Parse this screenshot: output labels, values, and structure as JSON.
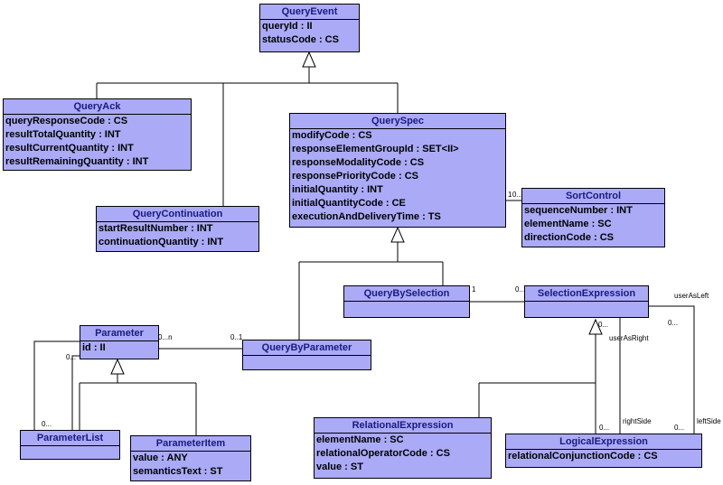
{
  "colors": {
    "class_fill": "#aaaaf6",
    "class_name_text": "#1a1a80",
    "line": "#000000"
  },
  "classes": {
    "query_event": {
      "name": "QueryEvent",
      "attributes": [
        "queryId : II",
        "statusCode : CS"
      ]
    },
    "query_ack": {
      "name": "QueryAck",
      "attributes": [
        "queryResponseCode : CS",
        "resultTotalQuantity : INT",
        "resultCurrentQuantity : INT",
        "resultRemainingQuantity : INT"
      ]
    },
    "query_spec": {
      "name": "QuerySpec",
      "attributes": [
        "modifyCode : CS",
        "responseElementGroupId : SET<II>",
        "responseModalityCode : CS",
        "responsePriorityCode : CS",
        "initialQuantity : INT",
        "initialQuantityCode : CE",
        "executionAndDeliveryTime : TS"
      ]
    },
    "query_continuation": {
      "name": "QueryContinuation",
      "attributes": [
        "startResultNumber : INT",
        "continuationQuantity : INT"
      ]
    },
    "sort_control": {
      "name": "SortControl",
      "attributes": [
        "sequenceNumber : INT",
        "elementName : SC",
        "directionCode : CS"
      ]
    },
    "query_by_selection": {
      "name": "QueryBySelection",
      "attributes": []
    },
    "selection_expression": {
      "name": "SelectionExpression",
      "attributes": []
    },
    "parameter": {
      "name": "Parameter",
      "attributes": [
        "id : II"
      ]
    },
    "query_by_parameter": {
      "name": "QueryByParameter",
      "attributes": []
    },
    "parameter_list": {
      "name": "ParameterList",
      "attributes": []
    },
    "parameter_item": {
      "name": "ParameterItem",
      "attributes": [
        "value : ANY",
        "semanticsText : ST"
      ]
    },
    "relational_expression": {
      "name": "RelationalExpression",
      "attributes": [
        "elementName : SC",
        "relationalOperatorCode : CS",
        "value : ST"
      ]
    },
    "logical_expression": {
      "name": "LogicalExpression",
      "attributes": [
        "relationalConjunctionCode : CS"
      ]
    }
  },
  "labels": {
    "spec_sort_1": "1",
    "spec_sort_many": "0...",
    "sel_expr_1": "1",
    "sel_expr_many": "0...",
    "param_0n": "0...n",
    "param_01": "0..1",
    "param_self_many": "0...",
    "paramlist_many": "0...",
    "user_as_left": "userAsLeft",
    "user_as_left_mult": "0...",
    "user_as_right": "userAsRight",
    "user_as_right_mult": "0...",
    "right_side": "rightSide",
    "right_side_mult": "0...",
    "left_side": "leftSide",
    "left_side_mult": "0..."
  }
}
